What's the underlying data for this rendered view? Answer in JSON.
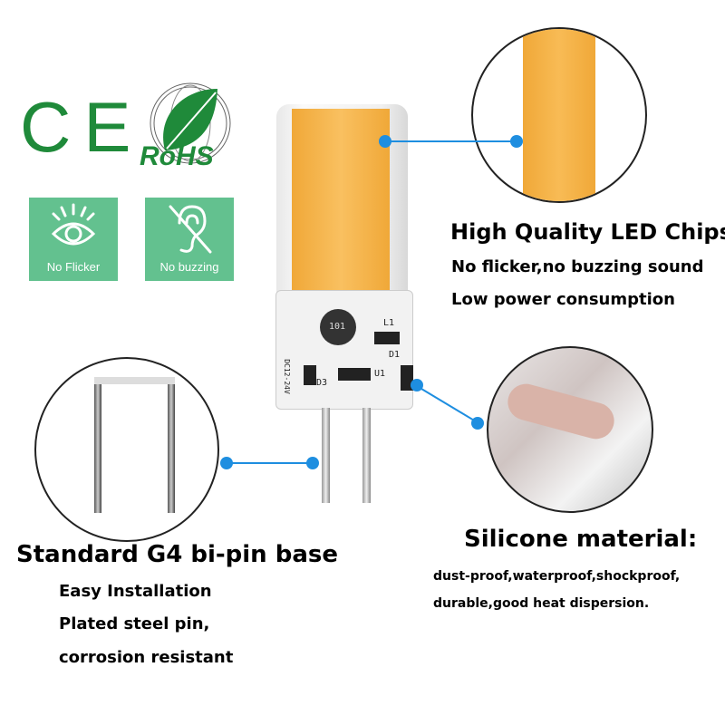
{
  "certifications": {
    "ce": "CE",
    "rohs": "RoHS"
  },
  "badges": [
    {
      "label": "No Flicker",
      "icon": "eye-bulb-icon"
    },
    {
      "label": "No buzzing",
      "icon": "crossed-ear-icon"
    }
  ],
  "pcb_labels": {
    "inductor": "101",
    "l1": "L1",
    "d1": "D1",
    "d3": "D3",
    "u1": "U1",
    "voltage": "DC12-24V"
  },
  "features": {
    "chips": {
      "title": "High Quality LED Chips",
      "lines": [
        "No flicker,no buzzing sound",
        "Low power consumption"
      ]
    },
    "base": {
      "title": "Standard G4 bi-pin base",
      "lines": [
        "Easy Installation",
        "Plated steel pin,",
        "corrosion resistant"
      ]
    },
    "silicone": {
      "title": "Silicone material:",
      "lines": [
        "dust-proof,waterproof,shockproof,",
        "durable,good heat dispersion."
      ]
    }
  },
  "colors": {
    "green": "#1f8a3a",
    "badge": "#63c18f",
    "accent": "#1e8ee0",
    "led": "#f6b13e"
  }
}
